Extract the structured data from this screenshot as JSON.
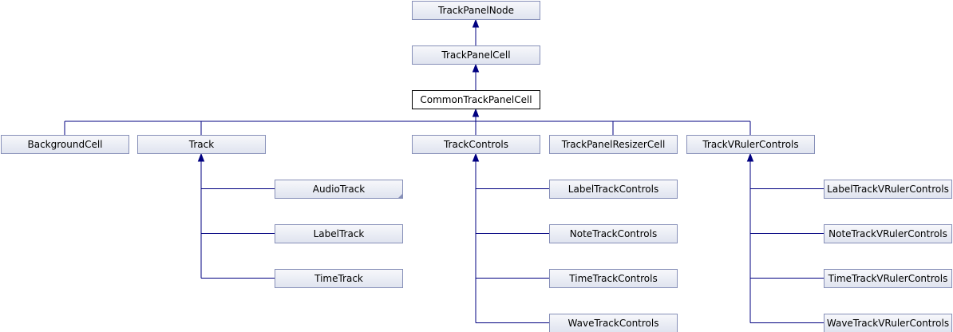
{
  "nodes": [
    {
      "id": "TrackPanelNode",
      "label": "TrackPanelNode"
    },
    {
      "id": "TrackPanelCell",
      "label": "TrackPanelCell"
    },
    {
      "id": "CommonTrackPanelCell",
      "label": "CommonTrackPanelCell",
      "highlight": true
    },
    {
      "id": "BackgroundCell",
      "label": "BackgroundCell"
    },
    {
      "id": "Track",
      "label": "Track"
    },
    {
      "id": "TrackControls",
      "label": "TrackControls"
    },
    {
      "id": "TrackPanelResizerCell",
      "label": "TrackPanelResizerCell"
    },
    {
      "id": "TrackVRulerControls",
      "label": "TrackVRulerControls"
    },
    {
      "id": "AudioTrack",
      "label": "AudioTrack",
      "more_marker": true
    },
    {
      "id": "LabelTrack",
      "label": "LabelTrack"
    },
    {
      "id": "TimeTrack",
      "label": "TimeTrack"
    },
    {
      "id": "LabelTrackControls",
      "label": "LabelTrackControls"
    },
    {
      "id": "NoteTrackControls",
      "label": "NoteTrackControls"
    },
    {
      "id": "TimeTrackControls",
      "label": "TimeTrackControls"
    },
    {
      "id": "WaveTrackControls",
      "label": "WaveTrackControls"
    },
    {
      "id": "LabelTrackVRulerControls",
      "label": "LabelTrackVRulerControls"
    },
    {
      "id": "NoteTrackVRulerControls",
      "label": "NoteTrackVRulerControls"
    },
    {
      "id": "TimeTrackVRulerControls",
      "label": "TimeTrackVRulerControls"
    },
    {
      "id": "WaveTrackVRulerControls",
      "label": "WaveTrackVRulerControls"
    }
  ],
  "edges": [
    {
      "from": "TrackPanelCell",
      "to": "TrackPanelNode"
    },
    {
      "from": "CommonTrackPanelCell",
      "to": "TrackPanelCell"
    },
    {
      "from": "BackgroundCell",
      "to": "CommonTrackPanelCell"
    },
    {
      "from": "Track",
      "to": "CommonTrackPanelCell"
    },
    {
      "from": "TrackControls",
      "to": "CommonTrackPanelCell"
    },
    {
      "from": "TrackPanelResizerCell",
      "to": "CommonTrackPanelCell"
    },
    {
      "from": "TrackVRulerControls",
      "to": "CommonTrackPanelCell"
    },
    {
      "from": "AudioTrack",
      "to": "Track"
    },
    {
      "from": "LabelTrack",
      "to": "Track"
    },
    {
      "from": "TimeTrack",
      "to": "Track"
    },
    {
      "from": "LabelTrackControls",
      "to": "TrackControls"
    },
    {
      "from": "NoteTrackControls",
      "to": "TrackControls"
    },
    {
      "from": "TimeTrackControls",
      "to": "TrackControls"
    },
    {
      "from": "WaveTrackControls",
      "to": "TrackControls"
    },
    {
      "from": "LabelTrackVRulerControls",
      "to": "TrackVRulerControls"
    },
    {
      "from": "NoteTrackVRulerControls",
      "to": "TrackVRulerControls"
    },
    {
      "from": "TimeTrackVRulerControls",
      "to": "TrackVRulerControls"
    },
    {
      "from": "WaveTrackVRulerControls",
      "to": "TrackVRulerControls"
    }
  ],
  "colors": {
    "edge": "#000080",
    "node_border": "#868fb8",
    "node_fill_top": "#f7f8fb",
    "node_fill_bottom": "#dfe3ef",
    "highlight_border": "#000000",
    "highlight_fill": "#ffffff"
  }
}
